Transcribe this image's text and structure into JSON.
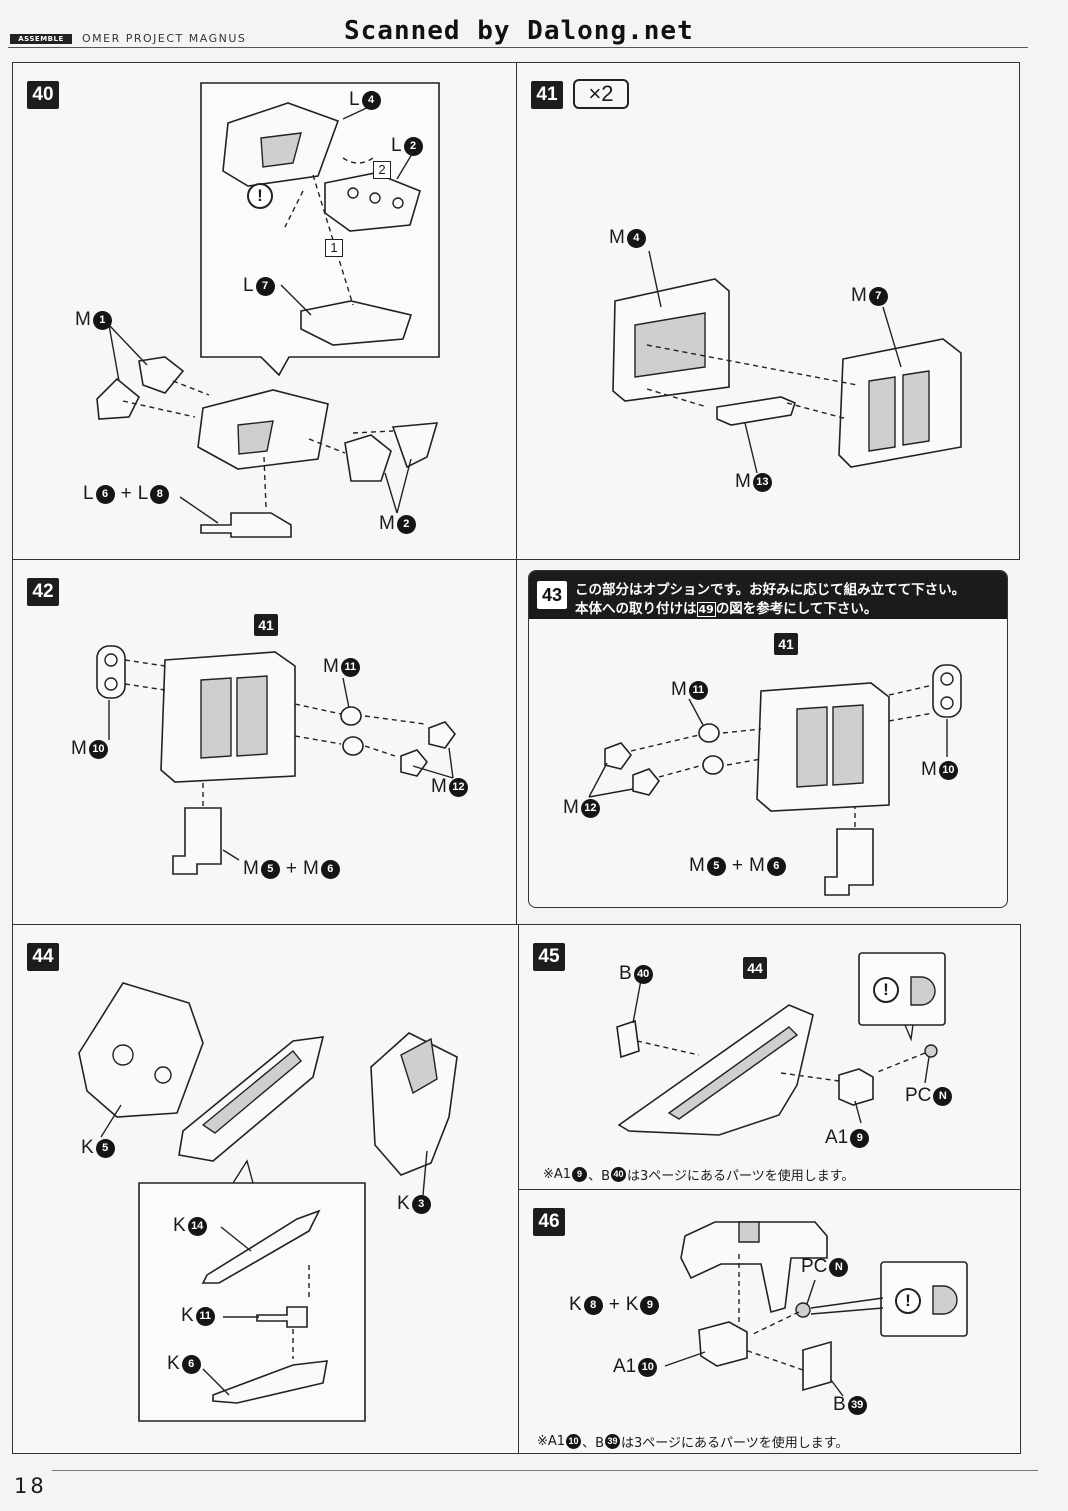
{
  "header": {
    "tag": "ASSEMBLE",
    "title": "OMER PROJECT MAGNUS",
    "scan": "Scanned by Dalong.net"
  },
  "page_number": "18",
  "steps": {
    "s40": {
      "number": "40",
      "inset": {
        "seq1": "1",
        "seq2": "2",
        "caution": "!"
      },
      "labels": {
        "L4": {
          "letter": "L",
          "num": "4"
        },
        "L2": {
          "letter": "L",
          "num": "2"
        },
        "L7": {
          "letter": "L",
          "num": "7"
        },
        "M1": {
          "letter": "M",
          "num": "1"
        },
        "M2": {
          "letter": "M",
          "num": "2"
        },
        "L6": {
          "letter": "L",
          "num": "6"
        },
        "L8": {
          "letter": "L",
          "num": "8"
        }
      }
    },
    "s41": {
      "number": "41",
      "multiplier": "×2",
      "labels": {
        "M4": {
          "letter": "M",
          "num": "4"
        },
        "M7": {
          "letter": "M",
          "num": "7"
        },
        "M13": {
          "letter": "M",
          "num": "13"
        }
      }
    },
    "s42": {
      "number": "42",
      "ref": "41",
      "labels": {
        "M11": {
          "letter": "M",
          "num": "11"
        },
        "M10": {
          "letter": "M",
          "num": "10"
        },
        "M12": {
          "letter": "M",
          "num": "12"
        },
        "M5": {
          "letter": "M",
          "num": "5"
        },
        "M6": {
          "letter": "M",
          "num": "6"
        }
      }
    },
    "s43": {
      "number": "43",
      "ref": "41",
      "note_line1": "この部分はオプションです。お好みに応じて組み立てて下さい。",
      "note_line2_a": "本体への取り付けは",
      "note_ref": "49",
      "note_line2_b": "の図を参考にして下さい。",
      "labels": {
        "M11": {
          "letter": "M",
          "num": "11"
        },
        "M10": {
          "letter": "M",
          "num": "10"
        },
        "M12": {
          "letter": "M",
          "num": "12"
        },
        "M5": {
          "letter": "M",
          "num": "5"
        },
        "M6": {
          "letter": "M",
          "num": "6"
        }
      }
    },
    "s44": {
      "number": "44",
      "labels": {
        "K5": {
          "letter": "K",
          "num": "5"
        },
        "K3": {
          "letter": "K",
          "num": "3"
        },
        "K14": {
          "letter": "K",
          "num": "14"
        },
        "K11": {
          "letter": "K",
          "num": "11"
        },
        "K6": {
          "letter": "K",
          "num": "6"
        }
      }
    },
    "s45": {
      "number": "45",
      "ref": "44",
      "caution": "!",
      "labels": {
        "B40": {
          "letter": "B",
          "num": "40"
        },
        "PCN": {
          "letter": "PC",
          "num": "N"
        },
        "A19": {
          "letter": "A1",
          "num": "9"
        }
      },
      "note": {
        "prefix": "※A1",
        "n1": "9",
        "sep": "、B",
        "n2": "40",
        "suffix": "は3ページにあるパーツを使用します。"
      }
    },
    "s46": {
      "number": "46",
      "caution": "!",
      "labels": {
        "K8": {
          "letter": "K",
          "num": "8"
        },
        "K9": {
          "letter": "K",
          "num": "9"
        },
        "PCN": {
          "letter": "PC",
          "num": "N"
        },
        "A110": {
          "letter": "A1",
          "num": "10"
        },
        "B39": {
          "letter": "B",
          "num": "39"
        }
      },
      "note": {
        "prefix": "※A1",
        "n1": "10",
        "sep": "、B",
        "n2": "39",
        "suffix": "は3ページにあるパーツを使用します。"
      }
    }
  },
  "plus_sign": "+"
}
